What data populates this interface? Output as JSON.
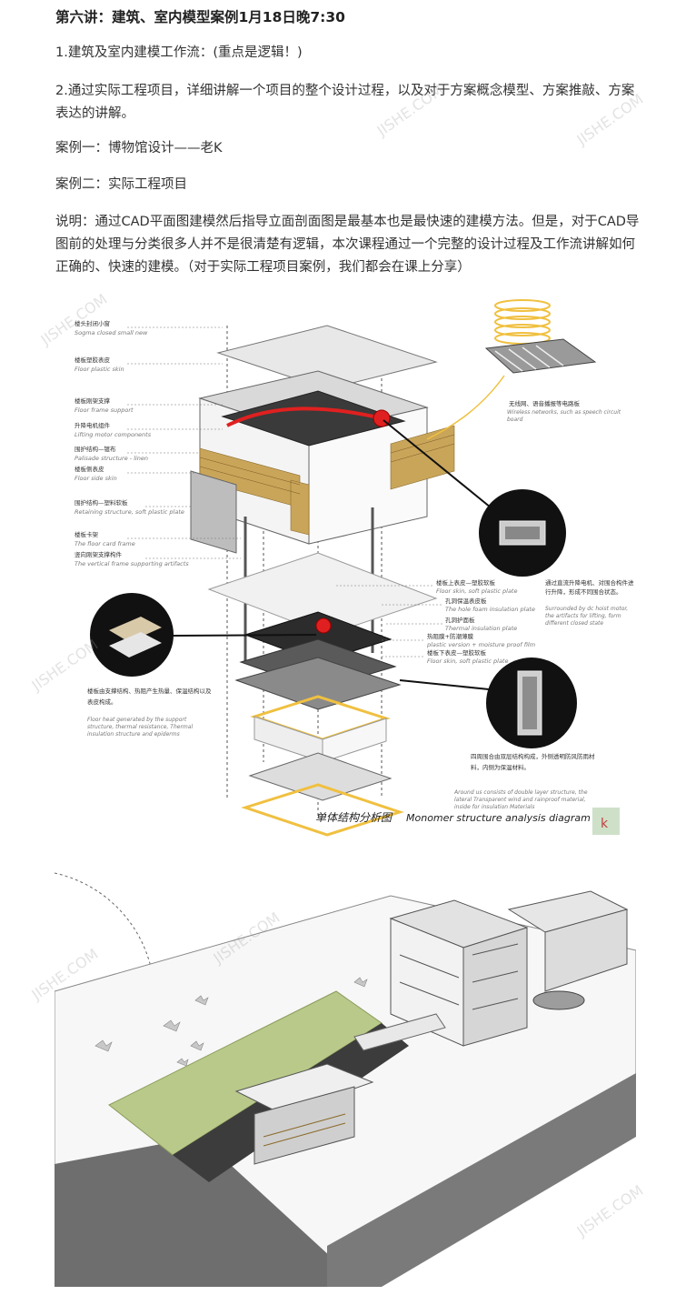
{
  "title": "第六讲：建筑、室内模型案例1月18日晚7:30",
  "paragraphs": [
    "1.建筑及室内建模工作流：(重点是逻辑！)",
    "2.通过实际工程项目，详细讲解一个项目的整个设计过程，以及对于方案概念模型、方案推敲、方案表达的讲解。",
    "案例一：博物馆设计——老K",
    "案例二：实际工程项目",
    "说明：通过CAD平面图建模然后指导立面剖面图是最基本也是最快速的建模方法。但是，对于CAD导图前的处理与分类很多人并不是很清楚有逻辑，本次课程通过一个完整的设计过程及工作流讲解如何正确的、快速的建模。（对于实际工程项目案例，我们都会在课上分享）"
  ],
  "diagram": {
    "caption_cn": "单体结构分析图",
    "caption_en": "Monomer structure analysis diagram",
    "signature": "k",
    "left_labels": [
      {
        "cn": "楼头封闭小窗",
        "en": "Sogma closed small new"
      },
      {
        "cn": "楼板塑胶表皮",
        "en": "Floor plastic skin"
      },
      {
        "cn": "楼板刚架支撑",
        "en": "Floor frame support"
      },
      {
        "cn": "升降电机组件",
        "en": "Lifting motor components"
      },
      {
        "cn": "围护结构—镀布",
        "en": "Palisade structure - linen"
      },
      {
        "cn": "楼板侧表皮",
        "en": "Floor side skin"
      },
      {
        "cn": "围护结构—塑料软板",
        "en": "Retaining structure, soft plastic plate"
      },
      {
        "cn": "楼板卡架",
        "en": "The floor card frame"
      },
      {
        "cn": "竖向刚架支撑构件",
        "en": "The vertical frame supporting artifacts"
      }
    ],
    "right_labels": [
      {
        "cn": "楼板上表皮—塑胶软板",
        "en": "Floor skin, soft plastic plate"
      },
      {
        "cn": "孔洞保温表皮板",
        "en": "The hole foam insulation plate"
      },
      {
        "cn": "孔洞护面板",
        "en": "Thermal insulation plate"
      },
      {
        "cn": "热阻膜+防潮薄膜",
        "en": "plastic version + moisture proof film"
      },
      {
        "cn": "楼板下表皮—塑胶软板",
        "en": "Floor skin, soft plastic plate"
      }
    ],
    "callout_top": {
      "cn": "无线网、语音播报等电路板",
      "en": "Wireless networks, such as speech circuit board"
    },
    "callout_right": {
      "cn": "通过直流升降电机、对围合构件进行升降，形成不同围合状态。",
      "en": "Surrounded by dc hoist motor, the artifacts for lifting, form different closed state"
    },
    "callout_left": {
      "cn": "楼板由支撑结构、热阻产生热量、保温结构以及表皮构成。",
      "en": "Floor heat generated by the support structure, thermal resistance, Thermal insulation structure and epiderms"
    },
    "callout_bottom": {
      "cn": "四周围合由双层结构构成，外侧透明防风防雨材料，内侧为保温材料。",
      "en": "Around us consists of double layer structure, the lateral Transparent wind and rainproof material, inside for insulation Materials"
    }
  },
  "watermark": "JISHE.COM",
  "colors": {
    "accent_red": "#e02020",
    "accent_yellow": "#f0c040",
    "grass": "#b9c98a",
    "concrete": "#6e6e6e"
  }
}
